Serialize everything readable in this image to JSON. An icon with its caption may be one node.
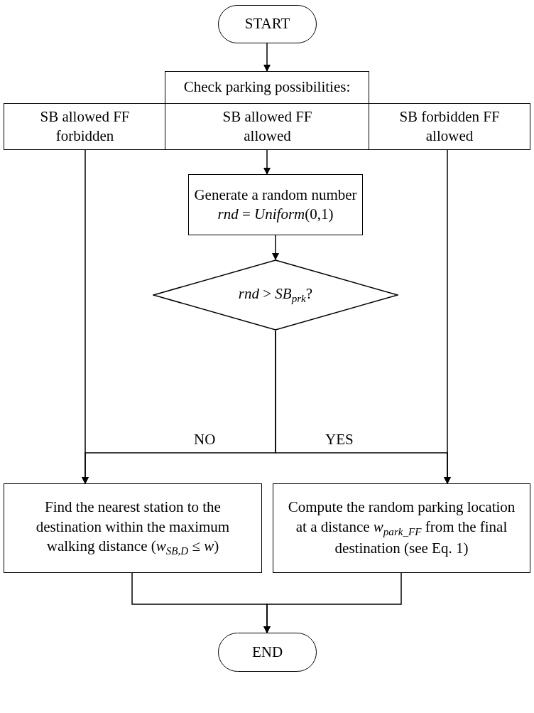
{
  "diagram": {
    "nodes": [
      {
        "text": [
          "START"
        ]
      },
      {
        "text": [
          "Check parking possibilities:"
        ]
      },
      {
        "text": [
          "SB allowed FF forbidden"
        ]
      },
      {
        "text": [
          "SB allowed FF allowed"
        ]
      },
      {
        "text": [
          "SB forbidden FF allowed"
        ]
      },
      {
        "text": [
          "Generate a random number *rnd* = *Uniform*(0,1)"
        ]
      },
      {
        "text": [
          "*rnd* > *SB*$_{prk}$?"
        ]
      },
      {
        "text": [
          "Find the nearest station to the destination within the maximum walking distance (*w*$_{SB,D}$ ≤ *w*)"
        ]
      },
      {
        "text": [
          "Compute the random parking location at a distance *w*$_{park_FF}$ from the final destination (see Eq. 1)"
        ]
      },
      {
        "text": [
          "END"
        ]
      }
    ],
    "edges": [
      {
        "from": 0,
        "to": 1,
        "arrow": "to"
      },
      {
        "from": 3,
        "to": 5,
        "arrow": "to"
      },
      {
        "from": 5,
        "to": 6,
        "arrow": "to"
      },
      {
        "from": 6,
        "to": 7,
        "arrow": "to",
        "label": "NO"
      },
      {
        "from": 6,
        "to": 8,
        "arrow": "to",
        "label": "YES"
      },
      {
        "from": 2,
        "to": 7,
        "arrow": "to"
      },
      {
        "from": 4,
        "to": 8,
        "arrow": "to"
      },
      {
        "from": 7,
        "to": 9,
        "arrow": "to"
      },
      {
        "from": 8,
        "to": 9,
        "arrow": "to"
      }
    ]
  }
}
